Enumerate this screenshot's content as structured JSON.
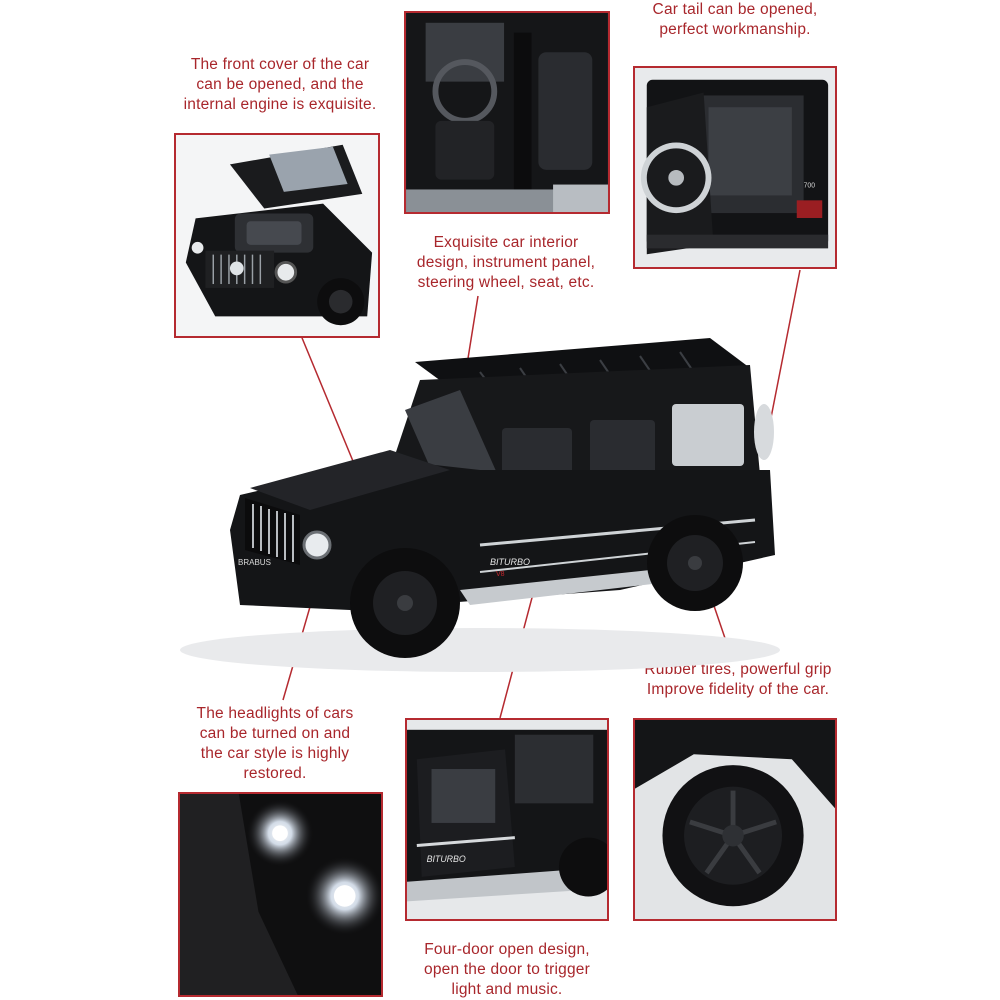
{
  "colors": {
    "accent": "#b52a30",
    "caption_text": "#a8262b",
    "car_body": "#151618",
    "background": "#ffffff"
  },
  "captions": {
    "front_cover": [
      "The front cover of the car",
      "can be opened, and the",
      "internal engine is exquisite."
    ],
    "tail": [
      "Car tail can be opened,",
      "perfect workmanship."
    ],
    "interior": [
      "Exquisite car interior",
      "design, instrument panel,",
      "steering wheel, seat, etc."
    ],
    "tires": [
      "Rubber tires, powerful grip",
      "Improve fidelity of the car."
    ],
    "headlights": [
      "The headlights of cars",
      "can be turned on and",
      "the car style is highly",
      "restored."
    ],
    "doors": [
      "Four-door open design,",
      "open the door to trigger",
      "light and music."
    ]
  },
  "badges": {
    "grille_brand": "BRABUS",
    "door_model": "BITURBO",
    "door_sub": "V8",
    "tail_number": "700"
  }
}
